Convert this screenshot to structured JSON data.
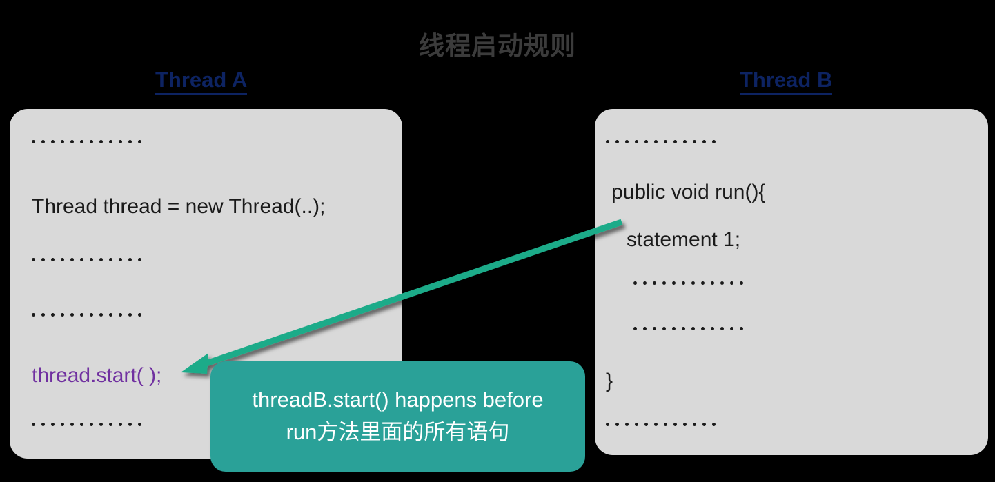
{
  "title": "线程启动规则",
  "accent_colors": {
    "title_gray": "#3b3b3b",
    "thread_header_blue": "#0d2362",
    "panel_gray": "#d9d9d9",
    "code_black": "#1a1a1a",
    "code_purple": "#7030a0",
    "callout_teal": "#2aa198",
    "arrow_green": "#1fab89",
    "background": "#000000"
  },
  "columns": [
    {
      "header": "Thread A",
      "lines": [
        {
          "kind": "dots",
          "count": 12,
          "text": "············"
        },
        {
          "kind": "code",
          "text": "Thread thread = new Thread(..);"
        },
        {
          "kind": "dots",
          "count": 12,
          "text": "············"
        },
        {
          "kind": "dots",
          "count": 12,
          "text": "············"
        },
        {
          "kind": "code",
          "text": "thread.start( );",
          "color": "purple"
        },
        {
          "kind": "dots",
          "count": 12,
          "text": "············"
        }
      ]
    },
    {
      "header": "Thread B",
      "lines": [
        {
          "kind": "dots",
          "count": 12,
          "text": "············"
        },
        {
          "kind": "code",
          "text": "public void run(){"
        },
        {
          "kind": "code",
          "text": "statement 1;"
        },
        {
          "kind": "dots",
          "count": 12,
          "text": "············"
        },
        {
          "kind": "dots",
          "count": 12,
          "text": "············"
        },
        {
          "kind": "code",
          "text": "}"
        },
        {
          "kind": "dots",
          "count": 12,
          "text": "············"
        }
      ]
    }
  ],
  "callout": {
    "line1": "threadB.start() happens before",
    "line2": "run方法里面的所有语句"
  },
  "arrow": {
    "label": "happens-before-arrow",
    "from": "statement 1; (Thread B run method)",
    "to": "thread.start( ); (Thread A)"
  }
}
